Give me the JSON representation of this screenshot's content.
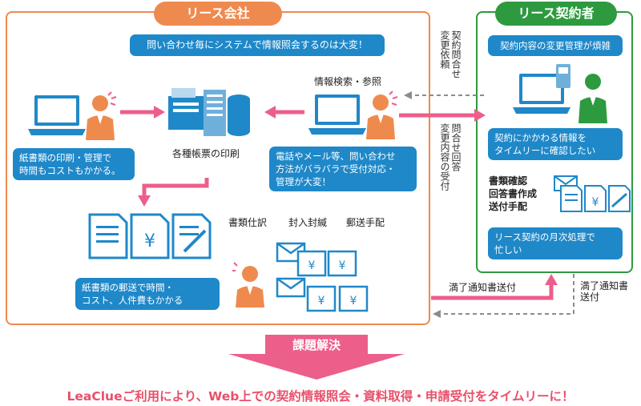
{
  "left_panel": {
    "title": "リース会社",
    "bubble_top": "問い合わせ毎にシステムで情報照会するのは大変！",
    "pc_bubble": "紙書類の印刷・管理で\n時間もコストもかかる。",
    "printer_label": "各種帳票の印刷",
    "search_label": "情報検索・参照",
    "phone_bubble": "電話やメール等、問い合わせ\n方法がバラバラで受付対応・\n管理が大変！",
    "tasks": [
      "書類仕訳",
      "封入封緘",
      "郵送手配"
    ],
    "mail_bubble": "紙書類の郵送で時間・\nコスト、人件費もかかる"
  },
  "right_panel": {
    "title": "リース契約者",
    "bubble_1": "契約内容の変更管理が煩雑",
    "bubble_2": "契約にかかわる情報を\nタイムリーに確認したい",
    "doc_label": "書類確認\n回答書作成\n送付手配",
    "bubble_3": "リース契約の月次処理で\n忙しい"
  },
  "flows": {
    "inquiry": "契約問合せ\n変更依頼",
    "answer": "問合せ回答\n変更内容の受付",
    "expiry_solid": "満了通知書送付",
    "expiry_dashed": "満了通知書\n送付"
  },
  "solution": {
    "label": "課題解決",
    "headline": "LeaClueご利用により、Web上での契約情報照会・資料取得・申請受付をタイムリーに！"
  },
  "colors": {
    "orange": "#ef8a4e",
    "green": "#2e9a3f",
    "blue": "#1f88c9",
    "pink": "#ec5f8a",
    "gray": "#8c8c8c"
  }
}
